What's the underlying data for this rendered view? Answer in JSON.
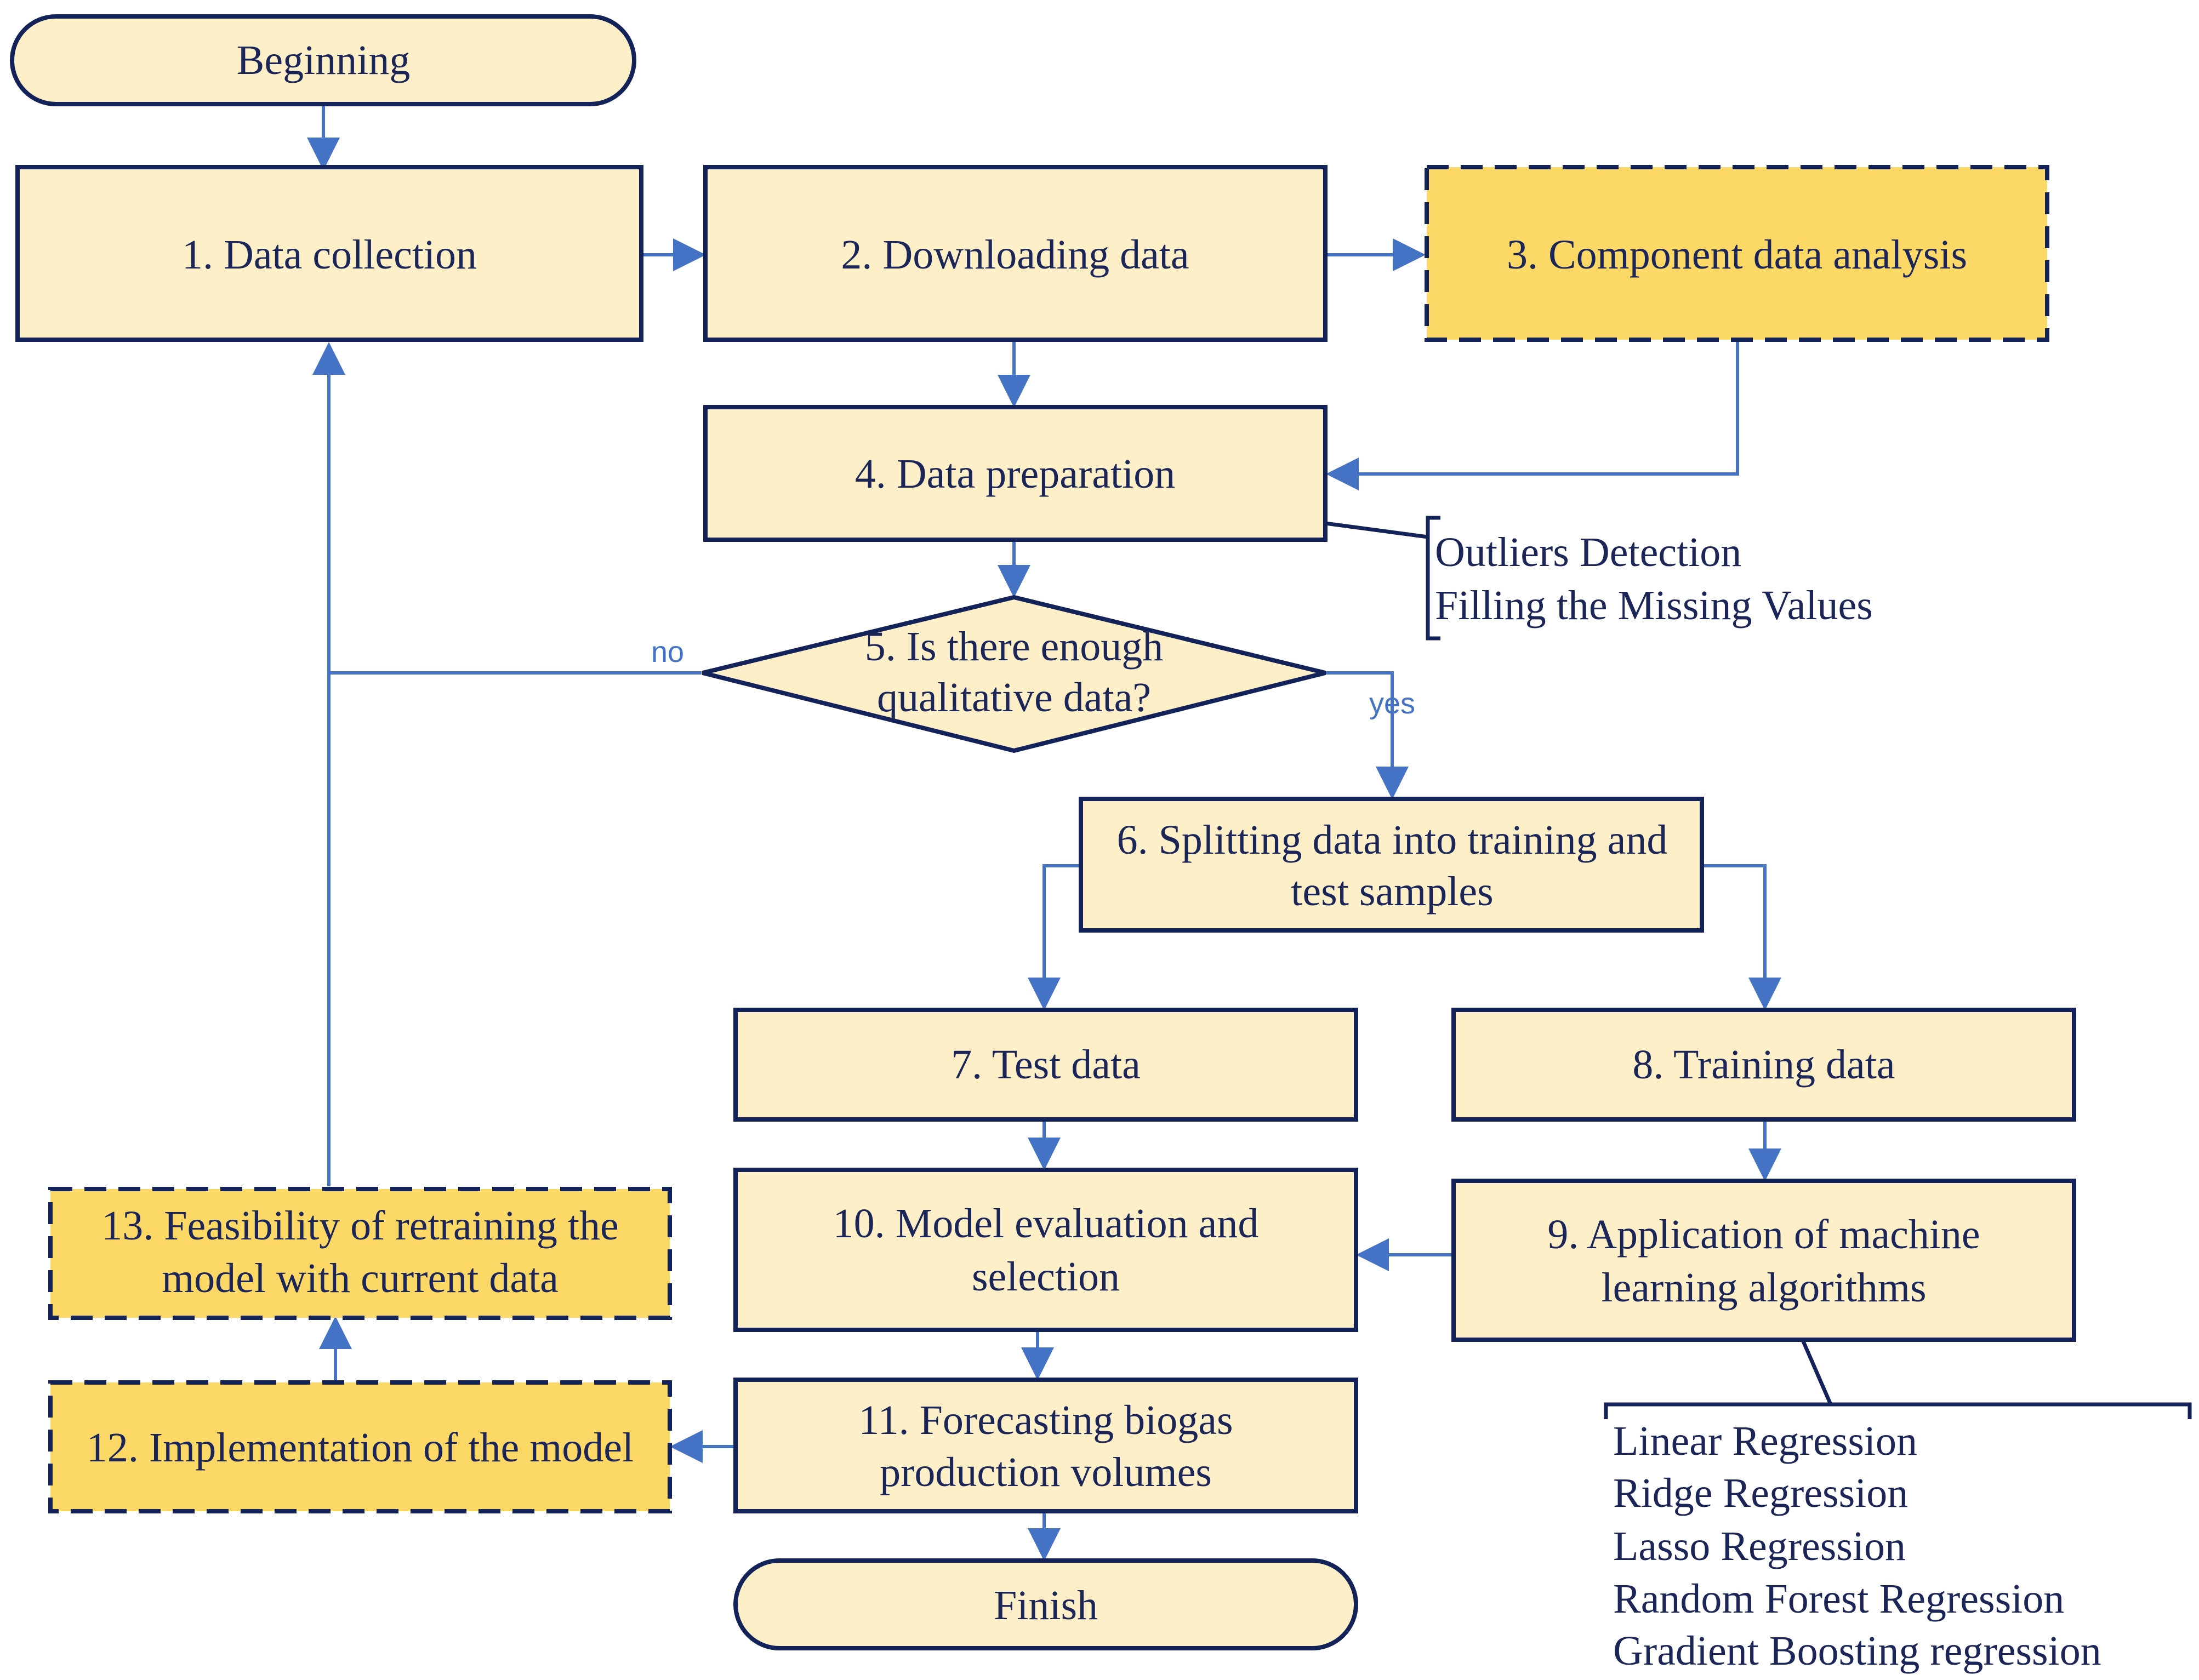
{
  "nodes": {
    "beginning": "Beginning",
    "n1": "1. Data collection",
    "n2": "2. Downloading data",
    "n3": "3. Component data analysis",
    "n4": "4. Data preparation",
    "n5_line1": "5. Is there enough",
    "n5_line2": "qualitative data?",
    "n6_line1": "6. Splitting data into training and",
    "n6_line2": "test samples",
    "n7": "7. Test data",
    "n8": "8. Training data",
    "n9_line1": "9. Application of machine",
    "n9_line2": "learning algorithms",
    "n10_line1": "10. Model evaluation and",
    "n10_line2": "selection",
    "n11_line1": "11. Forecasting biogas",
    "n11_line2": "production volumes",
    "n12": "12. Implementation of the model",
    "n13_line1": "13. Feasibility of retraining the",
    "n13_line2": "model with current data",
    "finish": "Finish"
  },
  "edge_labels": {
    "no": "no",
    "yes": "yes"
  },
  "notes": {
    "preparation": [
      "Outliers Detection",
      "Filling the Missing Values"
    ],
    "algorithms": [
      "Linear Regression",
      "Ridge Regression",
      "Lasso Regression",
      "Random Forest Regression",
      "Gradient Boosting regression"
    ]
  },
  "colors": {
    "box_fill": "#fdf0c8",
    "highlight_fill": "#fcd867",
    "border": "#14225a",
    "arrow": "#4472c4",
    "text": "#1b2557"
  }
}
